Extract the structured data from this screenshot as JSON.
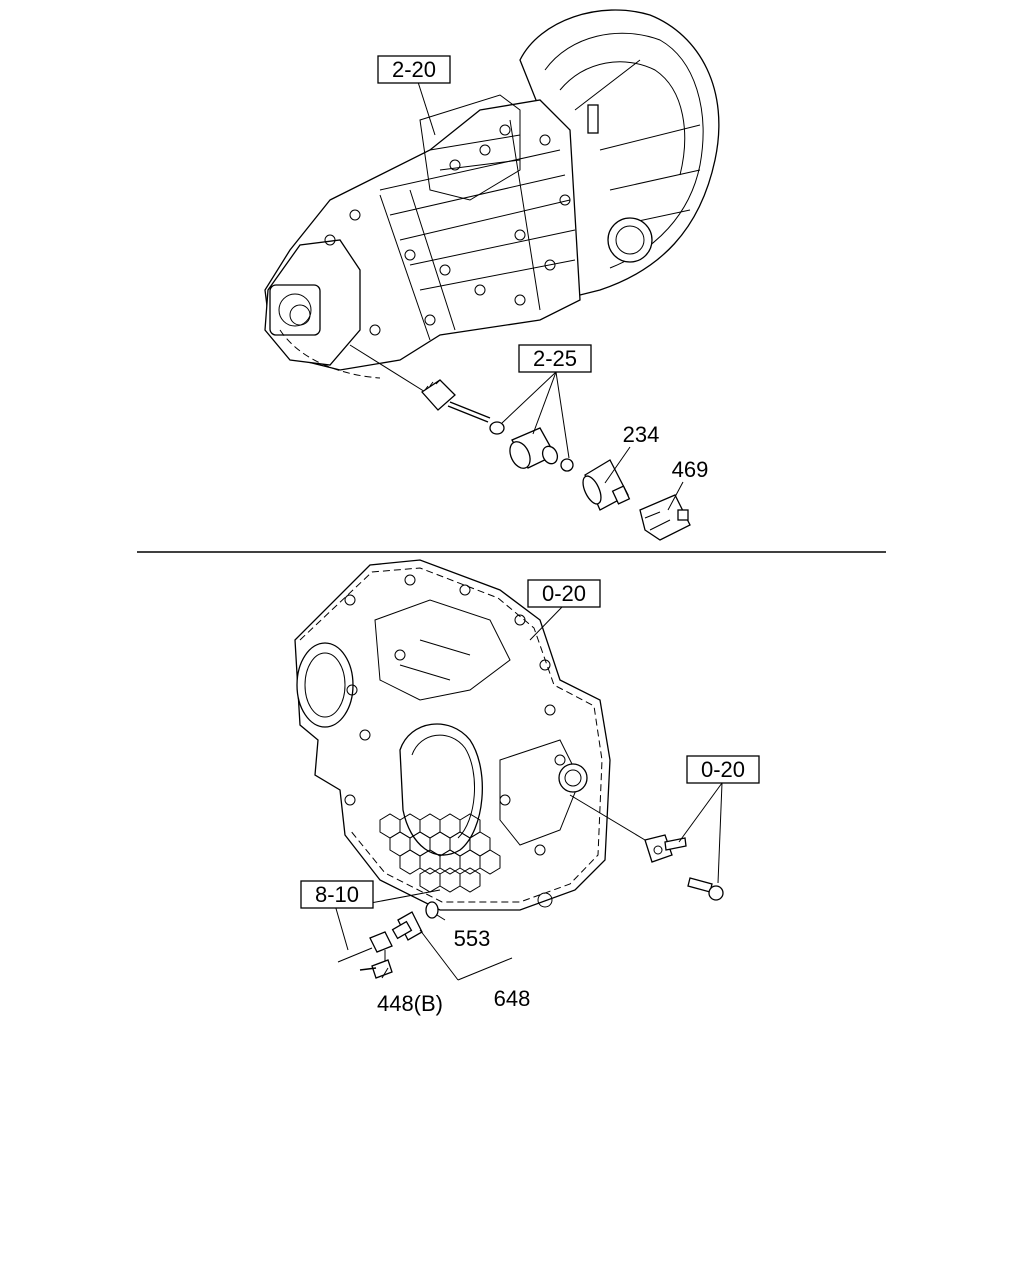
{
  "labels": {
    "ref_2_20": "2-20",
    "ref_2_25": "2-25",
    "part_234": "234",
    "part_469": "469",
    "ref_0_20_top": "0-20",
    "ref_0_20_right": "0-20",
    "ref_8_10": "8-10",
    "part_553": "553",
    "part_648": "648",
    "part_448b": "448(B)"
  }
}
